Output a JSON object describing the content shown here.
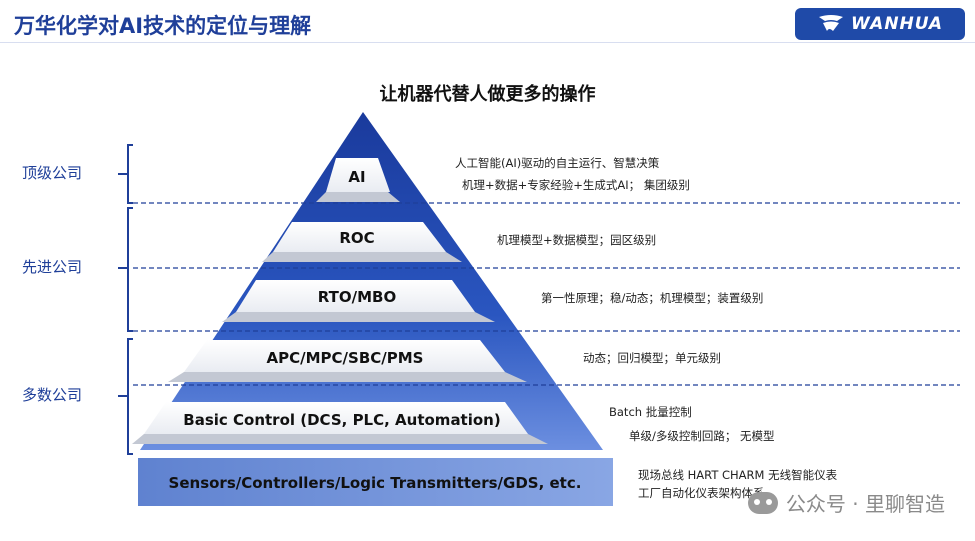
{
  "header": {
    "title": "万华化学对AI技术的定位与理解",
    "logo_text": "WANHUA"
  },
  "subtitle": "让机器代替人做更多的操作",
  "tiers": [
    {
      "label": "顶级公司"
    },
    {
      "label": "先进公司"
    },
    {
      "label": "多数公司"
    }
  ],
  "layers": [
    {
      "label": "AI",
      "desc": [
        "人工智能(AI)驱动的自主运行、智慧决策",
        "机理+数据+专家经验+生成式AI； 集团级别"
      ]
    },
    {
      "label": "ROC",
      "desc": [
        "机理模型+数据模型；园区级别"
      ]
    },
    {
      "label": "RTO/MBO",
      "desc": [
        "第一性原理；稳/动态；机理模型；装置级别"
      ]
    },
    {
      "label": "APC/MPC/SBC/PMS",
      "desc": [
        "动态；回归模型；单元级别"
      ]
    },
    {
      "label": "Basic Control (DCS, PLC, Automation)",
      "desc": [
        "Batch 批量控制",
        "单级/多级控制回路； 无模型"
      ]
    }
  ],
  "base": {
    "label": "Sensors/Controllers/Logic Transmitters/GDS, etc.",
    "desc": [
      "现场总线  HART  CHARM  无线智能仪表",
      "工厂自动化仪表架构体系"
    ]
  },
  "watermark": "公众号 · 里聊智造",
  "colors": {
    "title_blue": "#1f3f99",
    "pyramid_blue": "#1a3fa0",
    "base_blue": "#6f8fd6",
    "layer_gray": "#b9bfcc"
  }
}
